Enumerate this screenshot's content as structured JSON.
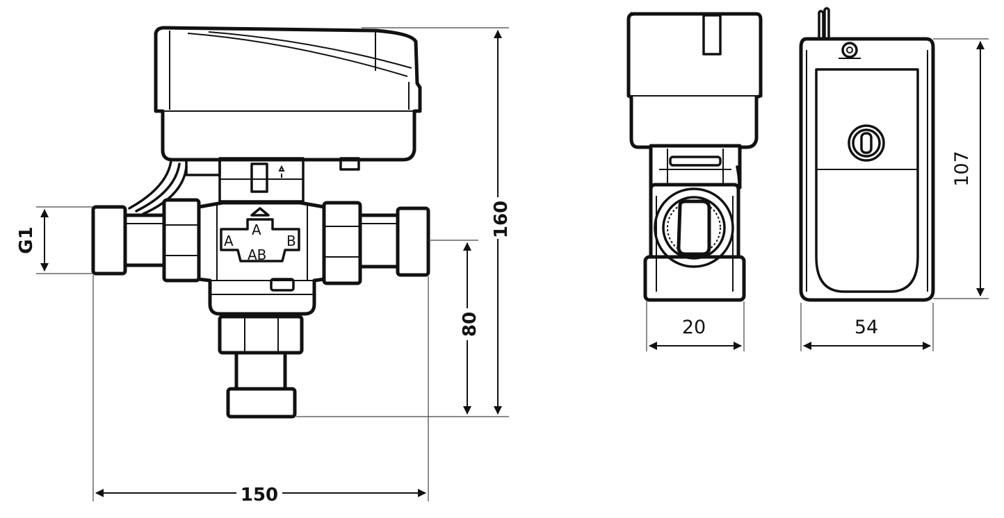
{
  "dimensions": {
    "width_150": "150",
    "height_160": "160",
    "depth_80": "80",
    "thread_g1": "G1",
    "side_width_20": "20",
    "back_width_54": "54",
    "back_height_107": "107"
  },
  "ports": {
    "top": "A",
    "left": "A",
    "right": "B",
    "bottom": "AB"
  },
  "arrow_marking": "A"
}
